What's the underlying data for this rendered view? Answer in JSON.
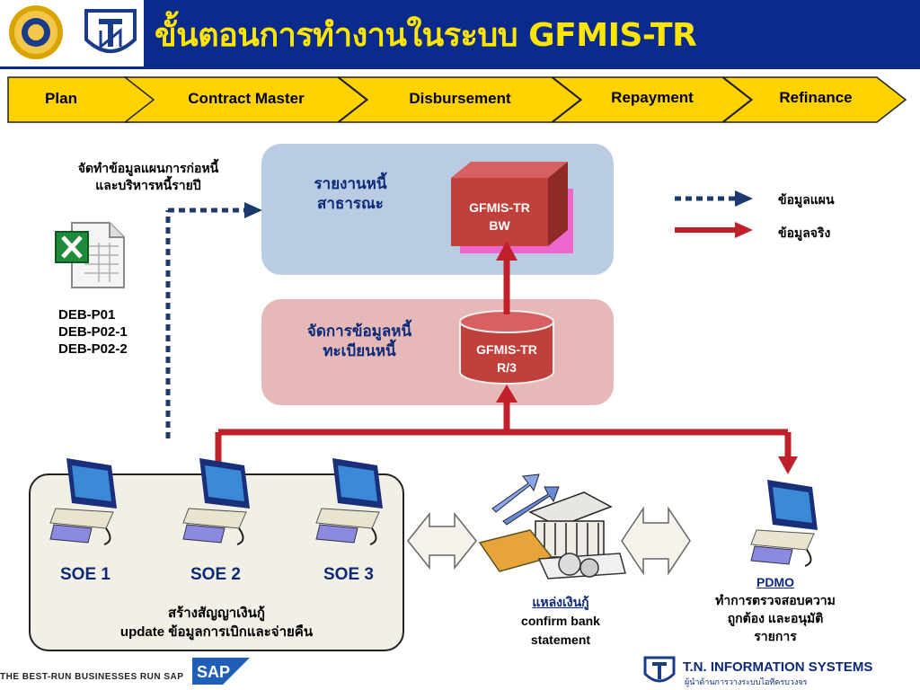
{
  "header": {
    "title": "ขั้นตอนการทำงานในระบบ GFMIS-TR"
  },
  "process_steps": [
    {
      "label": "Plan"
    },
    {
      "label": "Contract  Master"
    },
    {
      "label": "Disbursement"
    },
    {
      "label": "Repayment"
    },
    {
      "label": "Refinance"
    }
  ],
  "plan_note": {
    "line1": "จัดทำข้อมูลแผนการก่อหนี้",
    "line2": "และบริหารหนี้รายปี"
  },
  "excel_files": [
    "DEB-P01",
    "DEB-P02-1",
    "DEB-P02-2"
  ],
  "top_box": {
    "line1": "รายงานหนี้",
    "line2": "สาธารณะ",
    "system_line1": "GFMIS-TR",
    "system_line2": "BW"
  },
  "mid_box": {
    "line1": "จัดการข้อมูลหนี้",
    "line2": "ทะเบียนหนี้",
    "system_line1": "GFMIS-TR",
    "system_line2": "R/3"
  },
  "legend": {
    "plan_label": "ข้อมูลแผน",
    "actual_label": "ข้อมูลจริง"
  },
  "soe": {
    "units": [
      "SOE 1",
      "SOE 2",
      "SOE 3"
    ],
    "desc_line1": "สร้างสัญญาเงินกู้",
    "desc_line2": "update ข้อมูลการเบิกและจ่ายคืน"
  },
  "funding": {
    "title": "แหล่งเงินกู้",
    "line1": "confirm bank",
    "line2": "statement"
  },
  "pdmo": {
    "title": "PDMO",
    "line1": "ทำการตรวจสอบความ",
    "line2": "ถูกต้อง และอนุมัติ",
    "line3": "รายการ"
  },
  "footer": {
    "tagline": "THE BEST-RUN BUSINESSES RUN SAP",
    "sap_logo": "SAP",
    "company": "T.N. INFORMATION SYSTEMS",
    "company_sub": "ผู้นำด้านการวางระบบไอทีครบวงจร"
  },
  "colors": {
    "header_bg": "#0a2a8c",
    "title": "#ffe600",
    "chevron": "#ffd200",
    "top_box": "#b9cce4",
    "mid_box": "#e6b8b8",
    "server": "#c0403c",
    "actual_arrow": "#c0202a",
    "plan_arrow": "#1c3a6e"
  }
}
